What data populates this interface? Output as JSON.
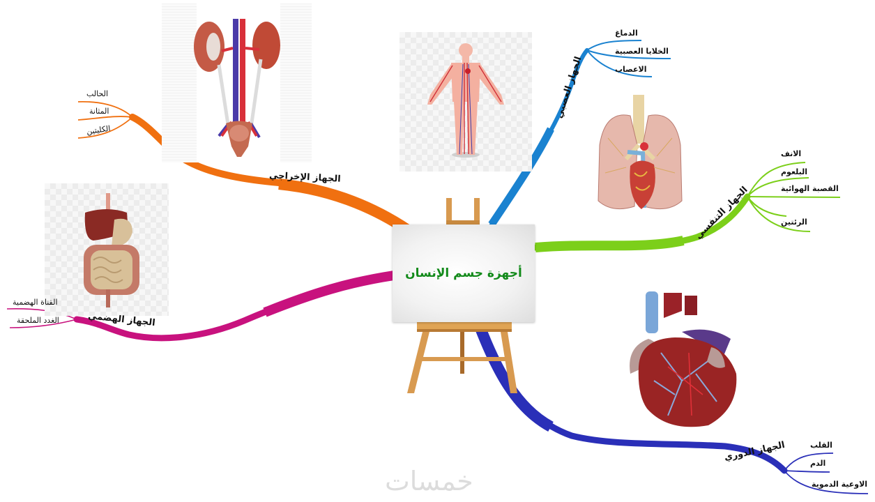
{
  "center": {
    "title": "أجهزة جسم الإنسان",
    "title_color": "#128a1a"
  },
  "branches": {
    "excretory": {
      "label": "الجهاز الإخراجي",
      "color": "#f07010",
      "items": [
        "الحالب",
        "المثانة",
        "الكليتين"
      ],
      "image": "kidneys-urinary-system-image"
    },
    "digestive": {
      "label": "الجهاز الهضمي",
      "color": "#c8127e",
      "items": [
        "القناة الهضمية",
        "الغدد الملحقة"
      ],
      "image": "digestive-system-image"
    },
    "nervous": {
      "label": "الجهاز العصبي",
      "color": "#1a82d0",
      "items": [
        "الدماغ",
        "الخلايا العصبية",
        "الاعصاب"
      ],
      "image": "human-body-circulation-image"
    },
    "respiratory": {
      "label": "الجهاز التنفسي",
      "color": "#7ccf1a",
      "items": [
        "الانف",
        "البلعوم",
        "القصبة الهوائية",
        "الرئتين"
      ],
      "image": "lungs-image"
    },
    "circulatory": {
      "label": "الجهاز الدوري",
      "color": "#2a2fb8",
      "items": [
        "القلب",
        "الدم",
        "الاوعية الدموية"
      ],
      "image": "heart-image"
    }
  },
  "watermark": "خمسات"
}
